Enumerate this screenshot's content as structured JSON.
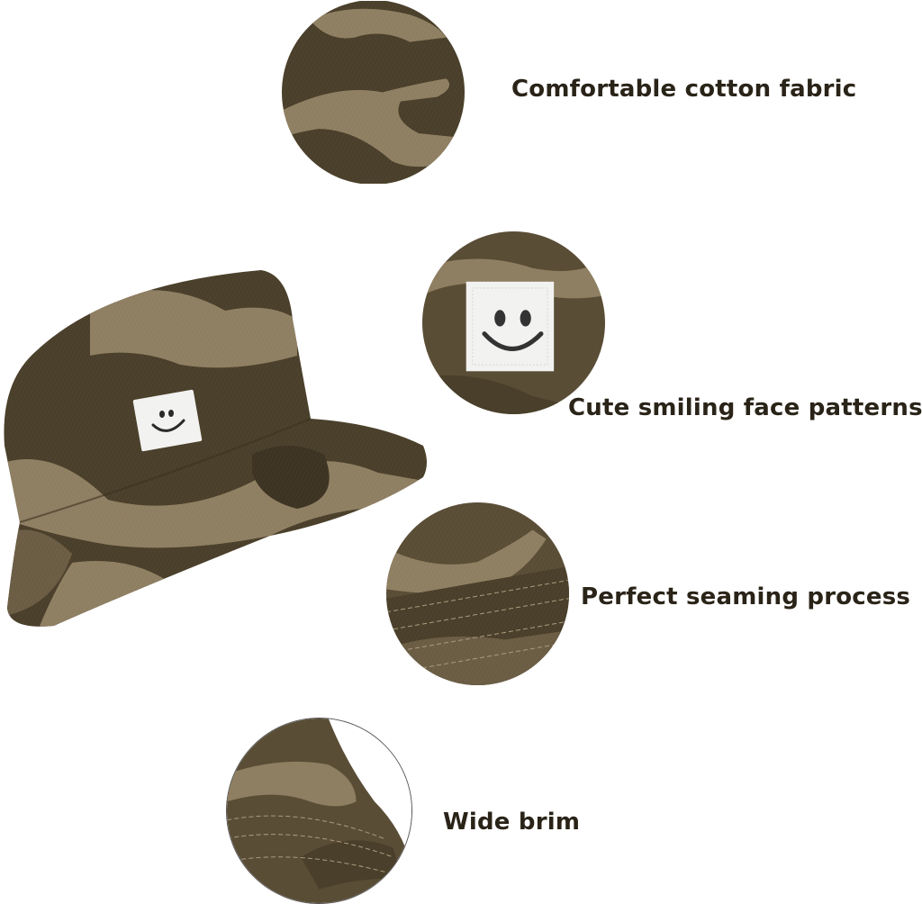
{
  "product": {
    "type": "camouflage bucket hat",
    "patch": "smiling face patch"
  },
  "colors": {
    "camo_dark": "#4a3f2a",
    "camo_mid": "#6b5d44",
    "camo_light": "#8f7f62",
    "text": "#2a2318",
    "patch_white": "#f2f2f0"
  },
  "features": [
    {
      "label": "Comfortable cotton fabric",
      "detail": "fabric-closeup"
    },
    {
      "label": "Cute smiling face patterns",
      "detail": "smiley-patch-closeup"
    },
    {
      "label": "Perfect seaming process",
      "detail": "stitching-closeup"
    },
    {
      "label": "Wide brim",
      "detail": "brim-closeup"
    }
  ]
}
